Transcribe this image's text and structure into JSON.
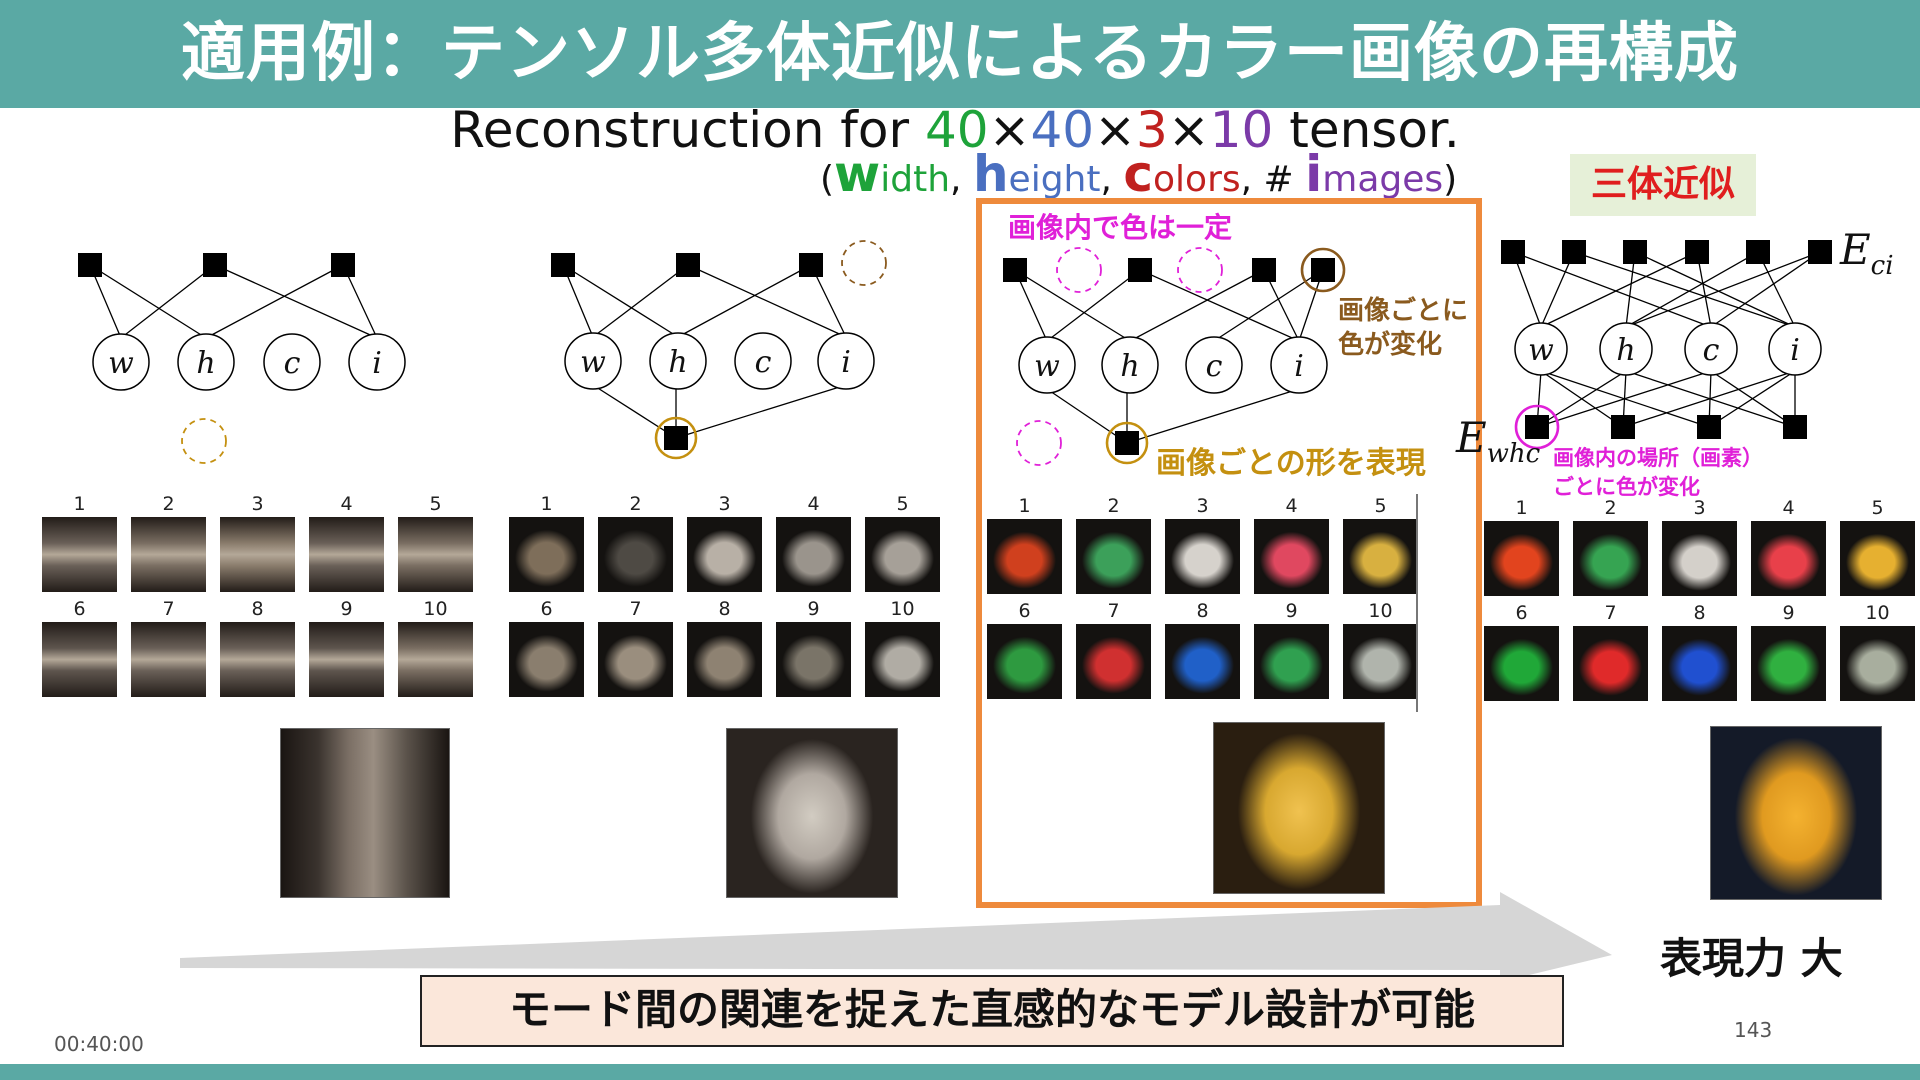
{
  "slide": {
    "title": "適用例：テンソル多体近似によるカラー画像の再構成",
    "subtitle_prefix": "Reconstruction for ",
    "dims": [
      "40",
      "40",
      "3",
      "10"
    ],
    "times": "×",
    "subtitle_suffix": " tensor.",
    "legend": {
      "open": "(",
      "w_big": "w",
      "w_rest": "idth",
      "comma1": ", ",
      "h_big": "h",
      "h_rest": "eight",
      "comma2": ", ",
      "c_big": "c",
      "c_rest": "olors",
      "comma3": ", # ",
      "i_big": "i",
      "i_rest": "mages",
      "close": ")"
    },
    "badge": "三体近似",
    "annotations": {
      "const_in_image": "画像内で色は一定",
      "color_per_image_1": "画像ごとに",
      "color_per_image_2": "色が変化",
      "shape_per_image": "画像ごとの形を表現",
      "pixel_color_1": "画像内の場所（画素）",
      "pixel_color_2": "ごとに色が変化"
    },
    "math_labels": {
      "E": "E",
      "ci": "ci",
      "whc": "whc"
    },
    "expressive": "表現力 大",
    "conclusion": "モード間の関連を捉えた直感的なモデル設計が可能",
    "timestamp": "00:40:00",
    "page_number": "143"
  },
  "node_labels": [
    "w",
    "h",
    "c",
    "i"
  ],
  "image_numbers": [
    "1",
    "2",
    "3",
    "4",
    "5",
    "6",
    "7",
    "8",
    "9",
    "10"
  ],
  "colors": {
    "teal": "#5aa9a4",
    "orange": "#ee8a3c",
    "green": "#1ea33a",
    "blue": "#4a6fc0",
    "red": "#c0211f",
    "purple": "#7b3aa8",
    "magenta": "#e020d8",
    "brown": "#8a5a1e",
    "gold": "#c49010"
  },
  "panels": [
    {
      "style": "blurry-gray",
      "colors": [
        "#6a6058",
        "#7a6e62",
        "#8a7c6c",
        "#6a6058",
        "#7a6e62",
        "#5e554e",
        "#6a6058",
        "#6a6058",
        "#5e554e",
        "#7a6e62"
      ]
    },
    {
      "style": "gray",
      "colors": [
        "#7e6e5a",
        "#4e4a44",
        "#b8b0a6",
        "#9a948c",
        "#a6a098",
        "#8a7e6e",
        "#9a8e7e",
        "#8e8272",
        "#7a7468",
        "#b0aca4"
      ]
    },
    {
      "style": "color",
      "colors": [
        "#d0401e",
        "#3ca05a",
        "#d6d2cc",
        "#e04860",
        "#d8b040",
        "#2e9a40",
        "#d03030",
        "#2060c8",
        "#30a050",
        "#b0b4ac"
      ]
    },
    {
      "style": "color",
      "colors": [
        "#e2441e",
        "#36a452",
        "#d4d0ca",
        "#e8404a",
        "#e6b030",
        "#20a838",
        "#e02a2a",
        "#2050d0",
        "#30b040",
        "#a8ae9e"
      ]
    }
  ]
}
